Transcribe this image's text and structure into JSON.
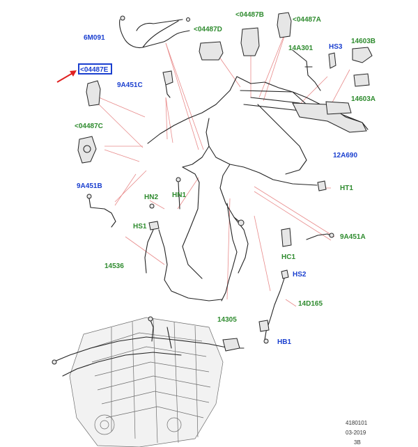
{
  "diagram": {
    "labels": {
      "l6m091": "6M091",
      "l04487e": "<04487E",
      "l9a451c": "9A451C",
      "l04487c": "<04487C",
      "l9a451b": "9A451B",
      "l04487d": "<04487D",
      "l04487b": "<04487B",
      "l04487a": "<04487A",
      "l14a301": "14A301",
      "lhs3": "HS3",
      "l14603b": "14603B",
      "l14603a": "14603A",
      "l12a690": "12A690",
      "lht1": "HT1",
      "lhn2": "HN2",
      "lhn1": "HN1",
      "lhs1": "HS1",
      "l9a451a": "9A451A",
      "lhc1": "HC1",
      "l14536": "14536",
      "lhs2": "HS2",
      "l14d165": "14D165",
      "l14305": "14305",
      "lhb1": "HB1"
    },
    "footer": {
      "ref": "4180101",
      "date": "03-2019",
      "page": "3B"
    },
    "colors": {
      "green_label": "#2e8b2e",
      "blue_label": "#1a3fcf",
      "leader_line": "#e88a8a",
      "highlight_box": "#1a3fcf",
      "pointer_arrow": "#e02020"
    }
  }
}
